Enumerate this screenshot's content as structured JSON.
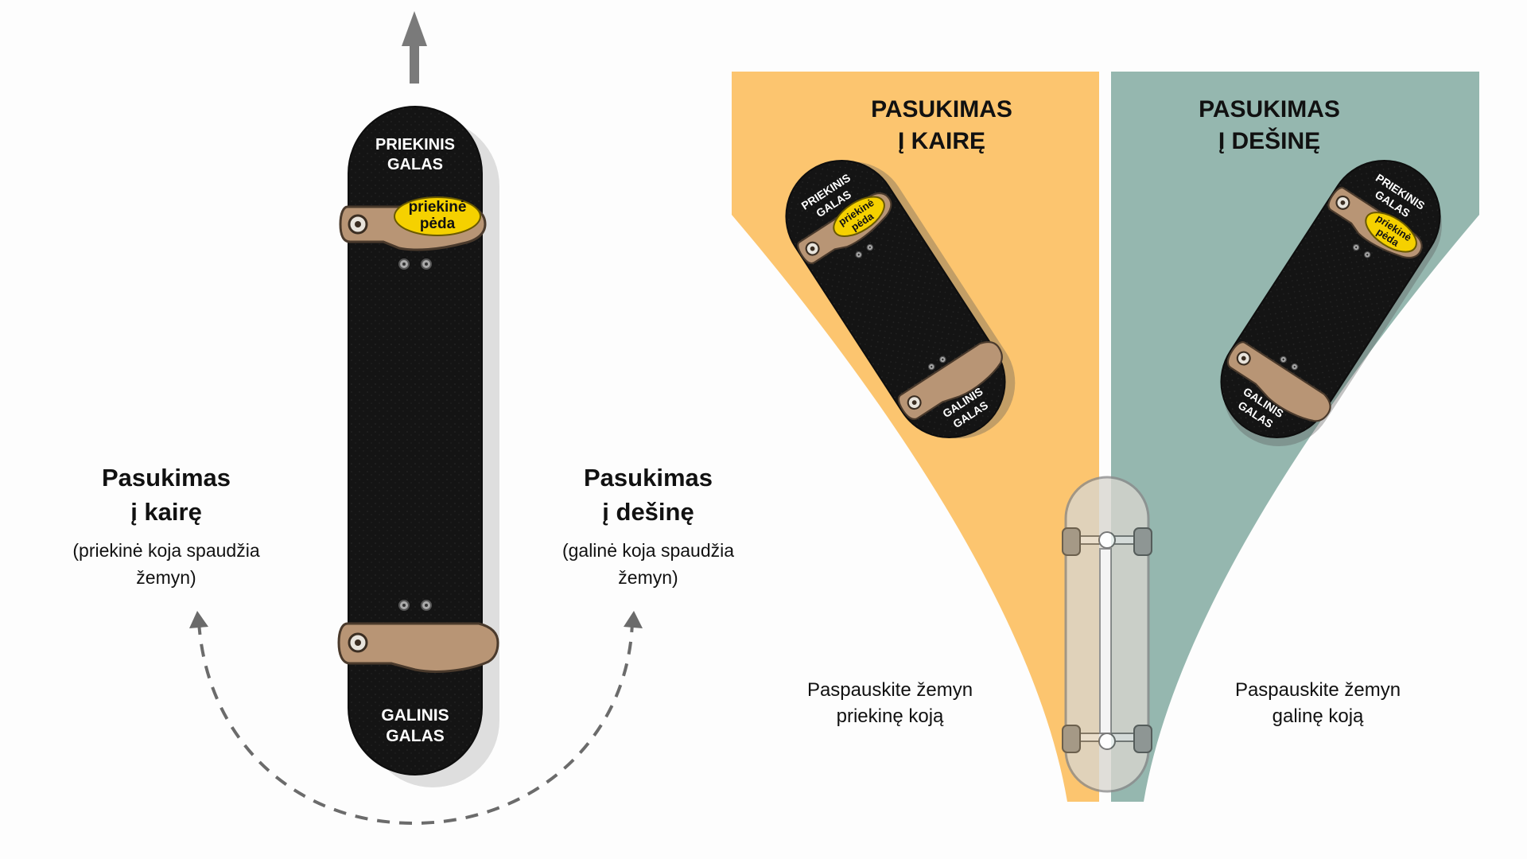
{
  "left_panel": {
    "board_front_label_1": "PRIEKINIS",
    "board_front_label_2": "GALAS",
    "front_foot_label_1": "priekinė",
    "front_foot_label_2": "pėda",
    "board_back_label_1": "GALINIS",
    "board_back_label_2": "GALAS",
    "left_turn": {
      "title_1": "Pasukimas",
      "title_2": "į kairę",
      "note_1": "(priekinė koja spaudžia",
      "note_2": "žemyn)"
    },
    "right_turn": {
      "title_1": "Pasukimas",
      "title_2": "į dešinę",
      "note_1": "(galinė koja spaudžia",
      "note_2": "žemyn)"
    }
  },
  "right_panel": {
    "left_turn": {
      "heading_1": "PASUKIMAS",
      "heading_2": "Į KAIRĘ",
      "instruction_1": "Paspauskite žemyn",
      "instruction_2": "priekinę koją",
      "color": "#fcc56f"
    },
    "right_turn": {
      "heading_1": "PASUKIMAS",
      "heading_2": "Į DEŠINĘ",
      "instruction_1": "Paspauskite žemyn",
      "instruction_2": "galinę koją",
      "color": "#95b7af"
    },
    "board_front_label_1": "PRIEKINIS",
    "board_front_label_2": "GALAS",
    "front_foot_label_1": "priekinė",
    "front_foot_label_2": "pėda",
    "board_back_label_1": "GALINIS",
    "board_back_label_2": "GALAS"
  },
  "colors": {
    "deck": "#151515",
    "foot": "#b89575",
    "foot_label": "#f5d100",
    "arrow": "#7a7a7a"
  }
}
